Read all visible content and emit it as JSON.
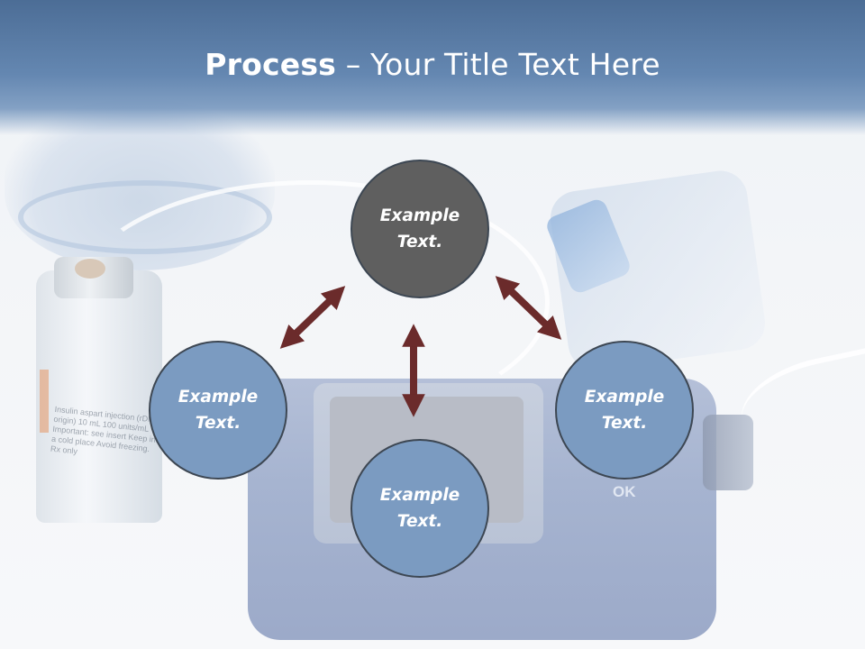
{
  "title": {
    "bold": "Process",
    "rest": " – Your Title Text Here"
  },
  "background_photo": {
    "vial_text": "Insulin aspart injection (rDNA origin) 10 mL 100 units/mL Important: see insert Keep in a cold place Avoid freezing. Rx only",
    "device_button": "OK"
  },
  "diagram": {
    "nodes": {
      "top": {
        "line1": "Example",
        "line2": "Text.",
        "color": "#5f5f5f"
      },
      "left": {
        "line1": "Example",
        "line2": "Text.",
        "color": "#7b9bc1"
      },
      "right": {
        "line1": "Example",
        "line2": "Text.",
        "color": "#7b9bc1"
      },
      "bottom": {
        "line1": "Example",
        "line2": "Text.",
        "color": "#7b9bc1"
      }
    },
    "connectors": [
      "top-left",
      "top-right",
      "top-bottom"
    ],
    "arrow_color": "#6b2b2b",
    "node_border_color": "#3d4753"
  }
}
